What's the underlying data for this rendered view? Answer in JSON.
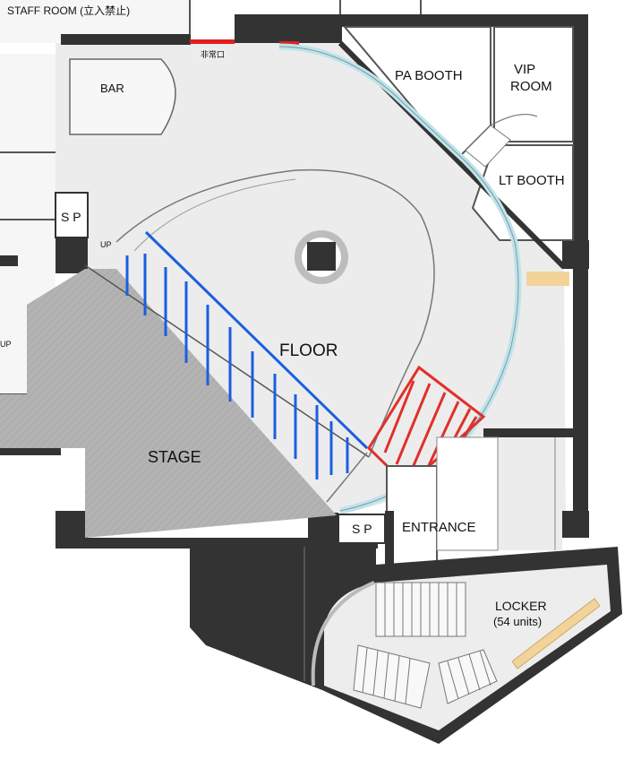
{
  "rooms": {
    "staff_room": "STAFF ROOM (立入禁止)",
    "emergency_exit": "非常口",
    "bar": "BAR",
    "pa_booth": "PA BOOTH",
    "vip_room_line1": "VIP",
    "vip_room_line2": "ROOM",
    "lt_booth": "LT BOOTH",
    "sp_left": "S P",
    "sp_bottom": "S P",
    "up_top": "UP",
    "up_left": "UP",
    "floor": "FLOOR",
    "stage": "STAGE",
    "entrance": "ENTRANCE",
    "locker_line1": "LOCKER",
    "locker_line2": "(54 units)"
  },
  "colors": {
    "wall": "#3a3a3a",
    "floor": "#ececec",
    "stage": "#b4b4b4",
    "blue_zone": "#1a5fe0",
    "red_zone": "#e0302a",
    "accent_wood": "#f2d49b",
    "glass": "#bfe3ea"
  }
}
